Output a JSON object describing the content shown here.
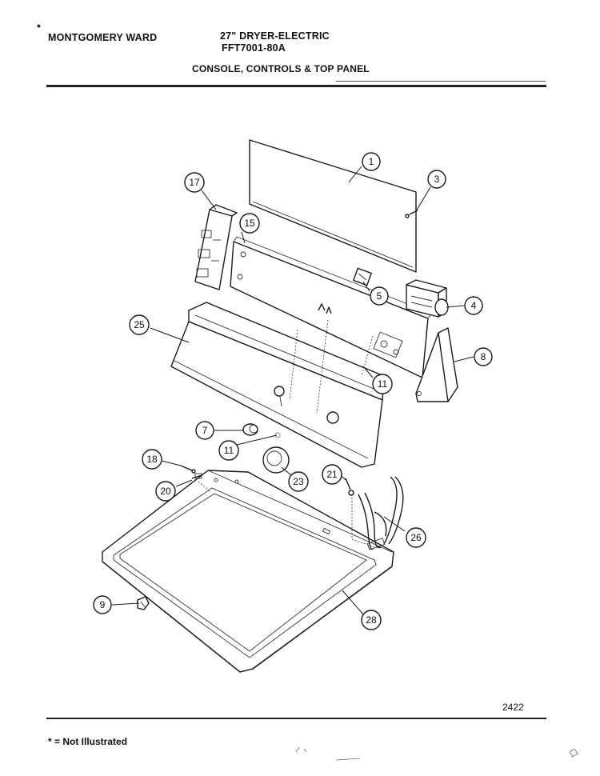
{
  "header": {
    "brand": "MONTGOMERY WARD",
    "model_title": "27\" DRYER-ELECTRIC",
    "model_number": "FFT7001-80A",
    "section_title": "CONSOLE, CONTROLS & TOP PANEL"
  },
  "page_number": "2422",
  "footnote": "* = Not Illustrated",
  "callouts": [
    {
      "id": "callout-1",
      "label": "1"
    },
    {
      "id": "callout-3",
      "label": "3"
    },
    {
      "id": "callout-17",
      "label": "17"
    },
    {
      "id": "callout-15",
      "label": "15"
    },
    {
      "id": "callout-5",
      "label": "5"
    },
    {
      "id": "callout-4",
      "label": "4"
    },
    {
      "id": "callout-25",
      "label": "25"
    },
    {
      "id": "callout-8",
      "label": "8"
    },
    {
      "id": "callout-11a",
      "label": "11"
    },
    {
      "id": "callout-7",
      "label": "7"
    },
    {
      "id": "callout-11b",
      "label": "11"
    },
    {
      "id": "callout-18",
      "label": "18"
    },
    {
      "id": "callout-23",
      "label": "23"
    },
    {
      "id": "callout-21",
      "label": "21"
    },
    {
      "id": "callout-20",
      "label": "20"
    },
    {
      "id": "callout-26",
      "label": "26"
    },
    {
      "id": "callout-9",
      "label": "9"
    },
    {
      "id": "callout-28",
      "label": "28"
    }
  ]
}
